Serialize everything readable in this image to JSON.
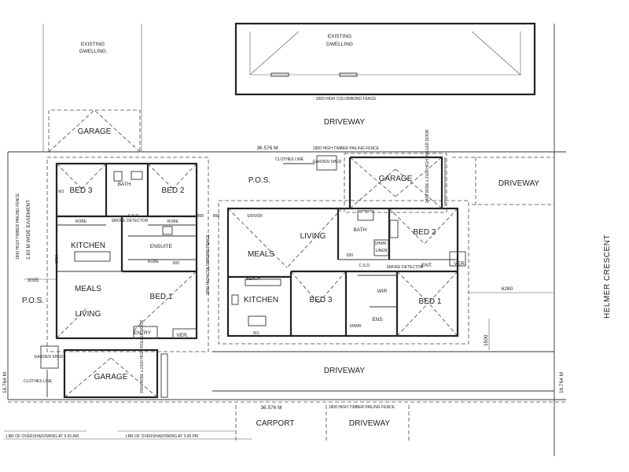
{
  "labels": {
    "existing_left": [
      "EXISTING",
      "DWELLING"
    ],
    "existing_top": [
      "EXISTING",
      "DWELLING"
    ],
    "fence_top": "1800 HIGH COLORBOND FENCE",
    "driveway_top": "DRIVEWAY",
    "garage_top_left": "GARAGE",
    "boundary_top_dim": "36.576 M",
    "fence_timber_top": "1800 HIGH TIMBER PAILING FENCE",
    "clothes_line_top": "CLOTHES LINE",
    "garden_shed_top": "GARDEN SHED",
    "pos_right": "P.O.S.",
    "garage_right": "GARAGE",
    "roller_door_right": "2400 WIDE x 2100 HIGH ROLLER DOOR",
    "driveway_right_top": "DRIVEWAY",
    "easement": "1.83 M WIDE EASEMENT",
    "bed3_left": "BED 3",
    "bath_left": "BATH",
    "bed2_left": "BED 2",
    "robe": "ROBE",
    "smoke_detector": "SMOKE DETECTOR",
    "kitchen_left": "KITCHEN",
    "ensuite": "ENSUITE",
    "meals_left": "MEALS",
    "living_left": "LIVING",
    "bed1_left": "BED 1",
    "pos_left": "P.O.S.",
    "entry": "ENTRY",
    "ver_left": "VER.",
    "garage_bottom_left": "GARAGE",
    "garden_shed_left": "GARDEN SHED",
    "clothes_line_left": "CLOTHES LINE",
    "roller_door_left": "2400 WIDE x 2100 HIGH ROLLER DOOR",
    "sdoor": "S/DOOR",
    "living_right": "LIVING",
    "meals_right": "MEALS",
    "bath_right": "BATH",
    "bed2_right": "BED 2",
    "linen": "LINEN",
    "shwr": "SHWR",
    "ent": "ENT.",
    "ver_right": "VER.",
    "bench": "BENCH",
    "kitchen_right": "KITCHEN",
    "bed3_right": "BED 3",
    "wir": "WIR",
    "ens": "ENS",
    "bed1_right": "BED 1",
    "driveway_mid": "DRIVEWAY",
    "helmer": "HELMER CRESCENT",
    "boundary_bottom_dim": "36.576 M",
    "fence_timber_bottom": "1800 HIGH TIMBER PAILING FENCE",
    "carport": "CARPORT",
    "driveway_bottom": "DRIVEWAY",
    "overshadow_9am": "LBR OF OVERSHADOWING AT 9.00 AM",
    "overshadow_3pm": "LBR OF OVERSHADOWING AT 3.00 PM",
    "side_dim_left": "16.764 M",
    "side_dim_right": "16.764 M",
    "dim_6260": "6260",
    "dim_1500": "1500",
    "dim_3035": "3035",
    "dim_2720": "2720",
    "dim_820": "820",
    "dim_800": "800",
    "csd": "C.S.D.",
    "fence_side_left": "1800 HIGH TIMBER PAILING FENCE",
    "fence_side_mid": "1800 HIGH COLORBOND FENCE",
    "wall_marks": "W1"
  }
}
